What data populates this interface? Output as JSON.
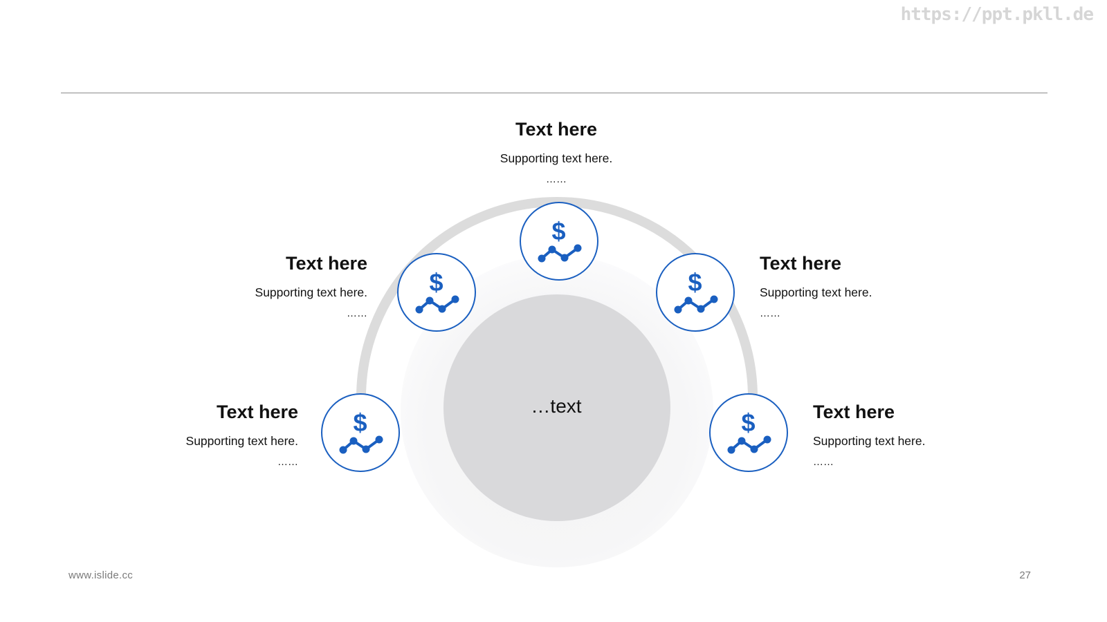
{
  "watermark": "https://ppt.pkll.de",
  "center": {
    "label": "…text"
  },
  "nodes": [
    {
      "title": "Text here",
      "subtitle": "Supporting text here.",
      "ellipsis": "……",
      "icon": "dollar-trend-icon"
    },
    {
      "title": "Text here",
      "subtitle": "Supporting text here.",
      "ellipsis": "……",
      "icon": "dollar-trend-icon"
    },
    {
      "title": "Text here",
      "subtitle": "Supporting text here.",
      "ellipsis": "……",
      "icon": "dollar-trend-icon"
    },
    {
      "title": "Text here",
      "subtitle": "Supporting text here.",
      "ellipsis": "……",
      "icon": "dollar-trend-icon"
    },
    {
      "title": "Text here",
      "subtitle": "Supporting text here.",
      "ellipsis": "……",
      "icon": "dollar-trend-icon"
    }
  ],
  "footer": {
    "website": "www.islide.cc",
    "page_number": "27"
  },
  "colors": {
    "accent": "#1a5fc0",
    "arc": "#dcdcdc",
    "center_circle": "#d9d9db",
    "rule": "#8a8a8a"
  }
}
